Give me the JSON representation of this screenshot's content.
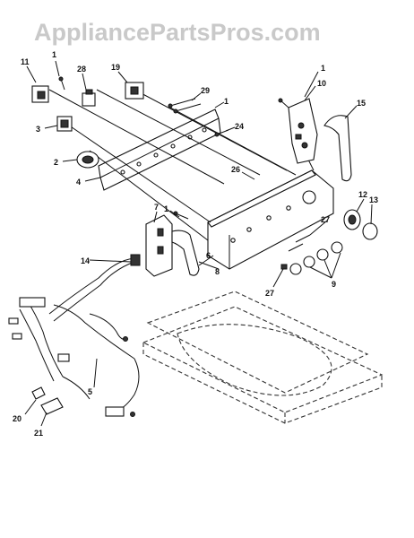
{
  "watermark": "AppliancePartsPros.com",
  "callouts": {
    "c1a": "1",
    "c1b": "1",
    "c1c": "1",
    "c1d": "1",
    "c2": "2",
    "c3": "3",
    "c4": "4",
    "c5": "5",
    "c6": "6",
    "c7": "7",
    "c8": "8",
    "c9": "9",
    "c10": "10",
    "c11": "11",
    "c12": "12",
    "c13": "13",
    "c14": "14",
    "c15": "15",
    "c19": "19",
    "c20": "20",
    "c21": "21",
    "c24": "24",
    "c26": "26",
    "c27a": "27",
    "c27b": "27",
    "c28": "28",
    "c29": "29"
  }
}
